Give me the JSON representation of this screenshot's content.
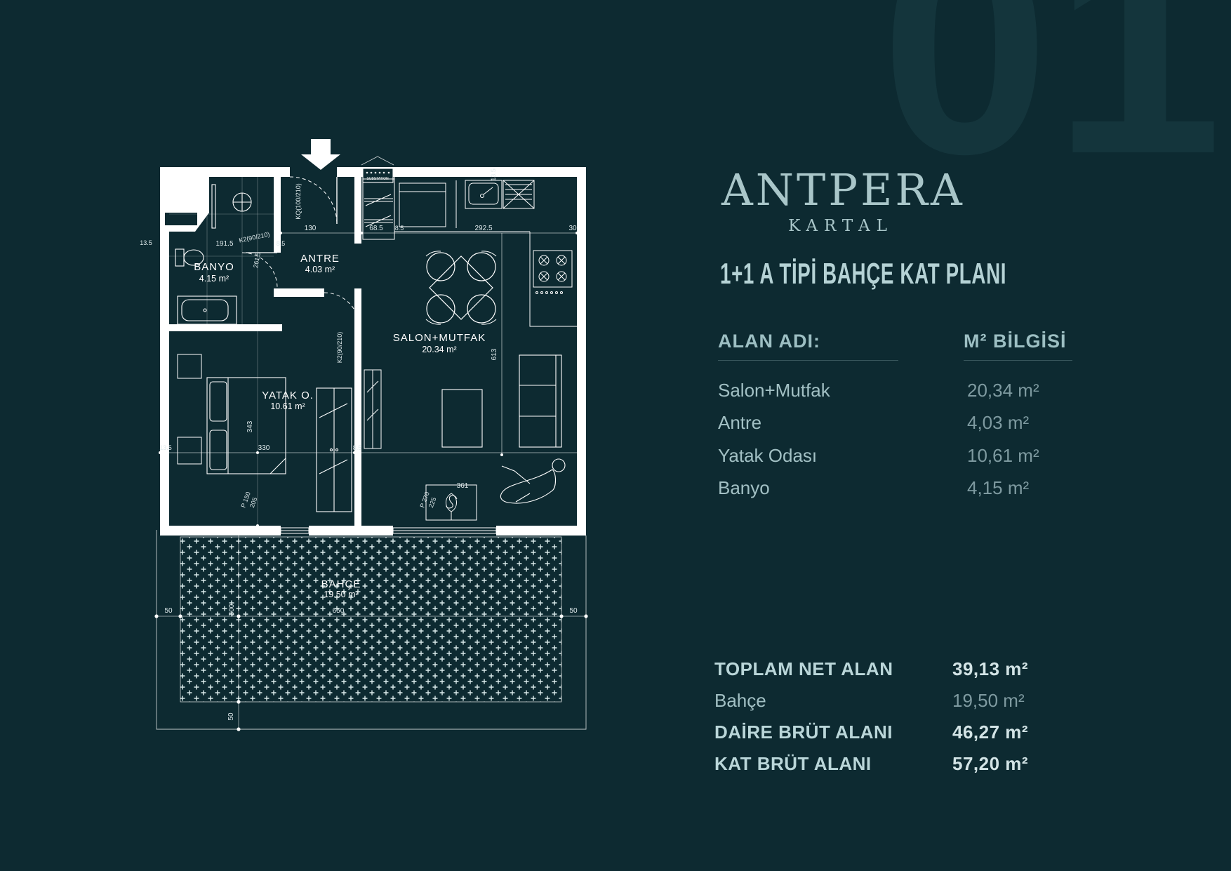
{
  "page": {
    "background": "#0d2a31",
    "watermark_number": "01"
  },
  "brand": {
    "logo": "ANTPERA",
    "location": "KARTAL"
  },
  "plan": {
    "title": "1+1 A TİPİ BAHÇE KAT PLANI"
  },
  "area_table": {
    "name_header": "ALAN ADI:",
    "size_header": "M² BİLGİSİ",
    "rows": [
      {
        "label": "Salon+Mutfak",
        "value": "20,34 m²"
      },
      {
        "label": "Antre",
        "value": "4,03 m²"
      },
      {
        "label": "Yatak Odası",
        "value": "10,61 m²"
      },
      {
        "label": "Banyo",
        "value": "4,15 m²"
      }
    ]
  },
  "summary_table": {
    "rows": [
      {
        "label": "TOPLAM NET ALAN",
        "value": "39,13 m²",
        "emphasis": true
      },
      {
        "label": "Bahçe",
        "value": "19,50 m²",
        "emphasis": false
      },
      {
        "label": "DAİRE BRÜT ALANI",
        "value": "46,27 m²",
        "emphasis": true
      },
      {
        "label": "KAT BRÜT ALANI",
        "value": "57,20 m²",
        "emphasis": true
      }
    ]
  },
  "floorplan": {
    "rooms": {
      "banyo": {
        "name": "BANYO",
        "area": "4.15  m²"
      },
      "antre": {
        "name": "ANTRE",
        "area": "4.03 m²"
      },
      "salon": {
        "name": "SALON+MUTFAK",
        "area": "20.34 m²"
      },
      "yatak": {
        "name": "YATAK O.",
        "area": "10.61 m²"
      },
      "bahce": {
        "name": "BAHÇE",
        "area": "19.50 m²"
      }
    },
    "doors": {
      "entry": "KQ(100/210)",
      "banyo": "K2(90/210)",
      "yatak": "K2(90/210)"
    },
    "boiler_label": "SUBSTATION",
    "dims": {
      "d13_5a": "13.5",
      "d191_5": "191.5",
      "d261_5": "261.5",
      "d8_5a": "8.5",
      "d130": "130",
      "d68_5": "68.5",
      "d8_5b": "8.5",
      "d292_5": "292.5",
      "d30": "30",
      "d13_5b": "13.5",
      "d613": "613",
      "d343": "343",
      "d330": "330",
      "d13_5c": "13.5",
      "d8_5c": "8.5",
      "d361": "361",
      "p150": "P 150",
      "d205": "205",
      "p270": "P 270",
      "d225": "225",
      "d50a": "50",
      "d650": "650",
      "d50b": "50",
      "d300": "300",
      "d50c": "50"
    }
  }
}
